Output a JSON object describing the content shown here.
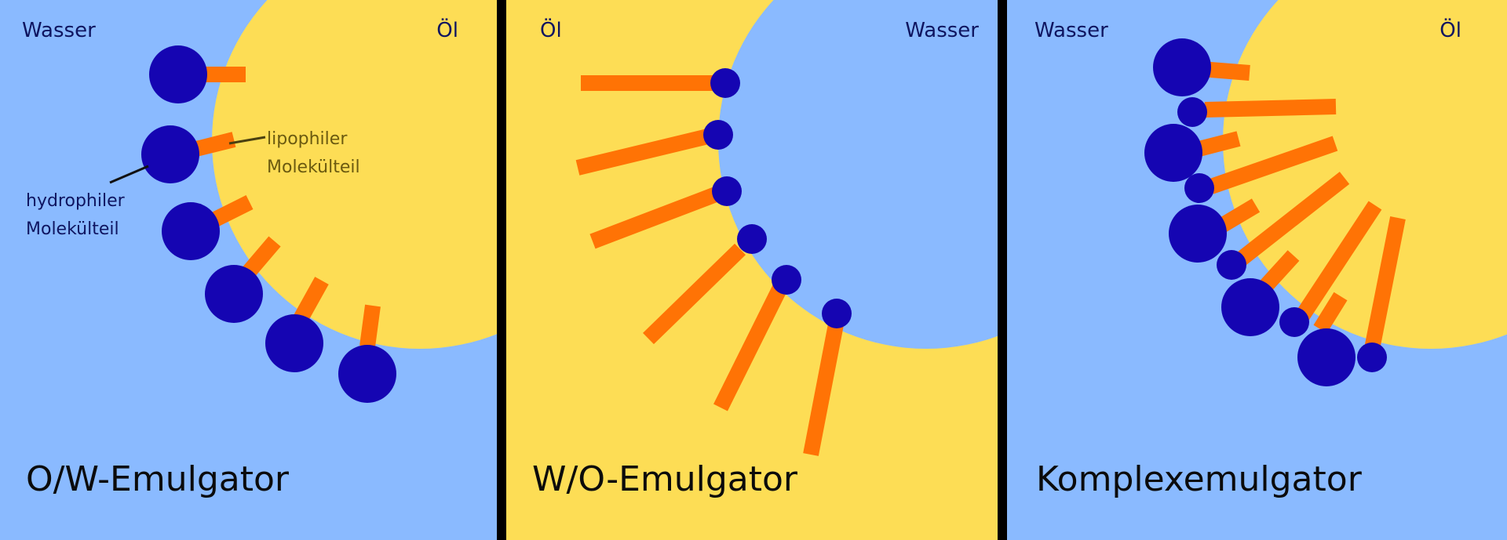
{
  "colors": {
    "water": "#8abaff",
    "oil": "#fddd55",
    "hydrophilic_head": "#1505b2",
    "lipophilic_tail": "#ff7305",
    "divider": "#000000",
    "leader_line": "#111111",
    "leader_line_oil": "#4a4010"
  },
  "panels": [
    {
      "title": "O/W-Emulgator",
      "left_label": "Wasser",
      "right_label": "Öl",
      "annotation_hydrophilic": [
        "hydrophiler",
        "Molekülteil"
      ],
      "annotation_lipophilic": [
        "lipophiler",
        "Molekülteil"
      ]
    },
    {
      "title": "W/O-Emulgator",
      "left_label": "Öl",
      "right_label": "Wasser"
    },
    {
      "title": "Komplexemulgator",
      "left_label": "Wasser",
      "right_label": "Öl"
    }
  ]
}
